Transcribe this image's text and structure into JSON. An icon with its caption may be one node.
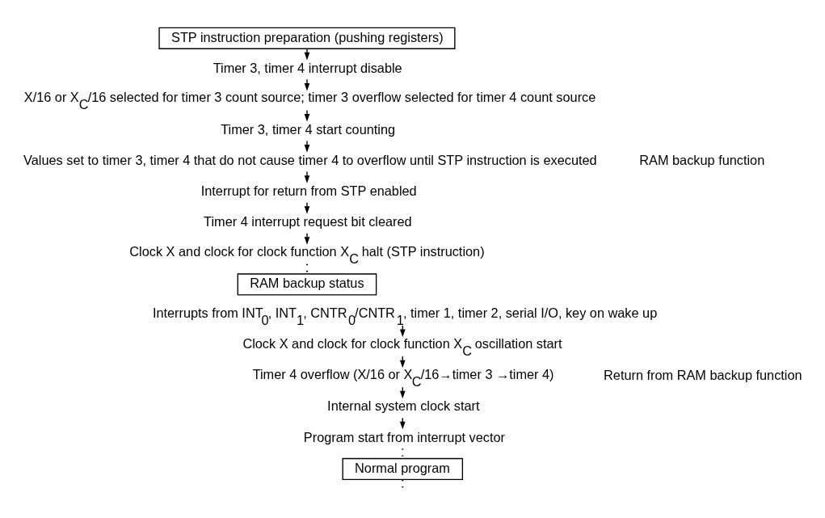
{
  "diagram": {
    "nodes": [
      {
        "text": [
          "STP instruction preparation (pushing registers)"
        ]
      },
      {
        "text": [
          "Timer 3, timer 4 interrupt disable"
        ]
      },
      {
        "text": [
          "X/16 or X$_{C}$/16 selected for timer 3 count source; timer 3 overflow selected for timer 4 count source"
        ]
      },
      {
        "text": [
          "Timer 3, timer 4 start counting"
        ]
      },
      {
        "text": [
          "Values set to timer 3, timer 4 that do not cause timer 4 to overflow until STP instruction is executed"
        ]
      },
      {
        "text": [
          "Interrupt for return from STP enabled"
        ]
      },
      {
        "text": [
          "Timer 4 interrupt request bit cleared"
        ]
      },
      {
        "text": [
          "Clock X and clock for clock function X$_{C}$ halt (STP instruction)"
        ]
      },
      {
        "text": [
          "RAM backup status"
        ]
      },
      {
        "text": [
          "Interrupts from INT$_{0}$, INT$_{1}$, CNTR$_{0}$/CNTR$_{1}$, timer 1, timer 2, serial I/O, key on wake up"
        ]
      },
      {
        "text": [
          "Clock X and clock for clock function X$_{C}$ oscillation start"
        ]
      },
      {
        "text": [
          "Timer 4 overflow (X/16 or X$_{C}$/16→timer 3 →timer 4)"
        ]
      },
      {
        "text": [
          "Internal system clock start"
        ]
      },
      {
        "text": [
          "Program start from interrupt vector"
        ]
      },
      {
        "text": [
          "Normal program"
        ]
      }
    ],
    "edges": [
      {
        "from": 0,
        "to": 1,
        "arrow": "to"
      },
      {
        "from": 1,
        "to": 2,
        "arrow": "to"
      },
      {
        "from": 2,
        "to": 3,
        "arrow": "to"
      },
      {
        "from": 3,
        "to": 4,
        "arrow": "to"
      },
      {
        "from": 4,
        "to": 5,
        "arrow": "to"
      },
      {
        "from": 5,
        "to": 6,
        "arrow": "to"
      },
      {
        "from": 6,
        "to": 7,
        "arrow": "to"
      },
      {
        "from": 7,
        "to": 8,
        "arrow": "none",
        "style": "dashed"
      },
      {
        "from": 9,
        "to": 10,
        "arrow": "to"
      },
      {
        "from": 10,
        "to": 11,
        "arrow": "to"
      },
      {
        "from": 11,
        "to": 12,
        "arrow": "to"
      },
      {
        "from": 12,
        "to": 13,
        "arrow": "to"
      },
      {
        "from": 13,
        "to": 14,
        "arrow": "none",
        "style": "dashed"
      },
      {
        "from": 14,
        "to": null,
        "arrow": "none",
        "style": "dashed"
      }
    ],
    "labels": [
      "RAM backup function",
      "Return from RAM backup function"
    ]
  }
}
